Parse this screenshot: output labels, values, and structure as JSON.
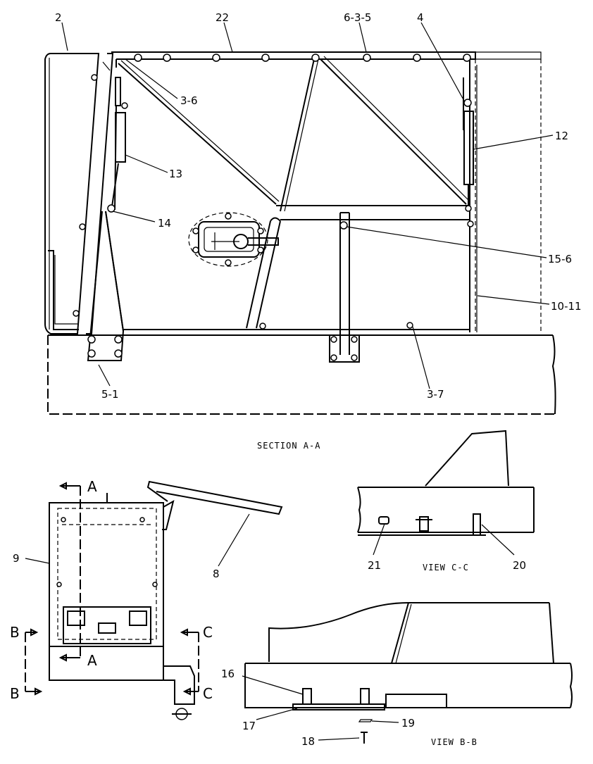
{
  "captions": {
    "section_aa": "SECTION A-A",
    "view_cc": "VIEW C-C",
    "view_bb": "VIEW B-B"
  },
  "callouts": {
    "c2": "2",
    "c22": "22",
    "c635": "6-3-5",
    "c4": "4",
    "c36": "3-6",
    "c12": "12",
    "c13": "13",
    "c14": "14",
    "c156": "15-6",
    "c1011": "10-11",
    "c51": "5-1",
    "c37": "3-7",
    "c9": "9",
    "c8": "8",
    "c21": "21",
    "c20": "20",
    "c16": "16",
    "c17": "17",
    "c18": "18",
    "c19": "19"
  },
  "section_marks": {
    "a_top": "A",
    "a_bottom": "A",
    "b_top": "B",
    "b_bottom": "B",
    "c_top": "C",
    "c_bottom": "C"
  }
}
